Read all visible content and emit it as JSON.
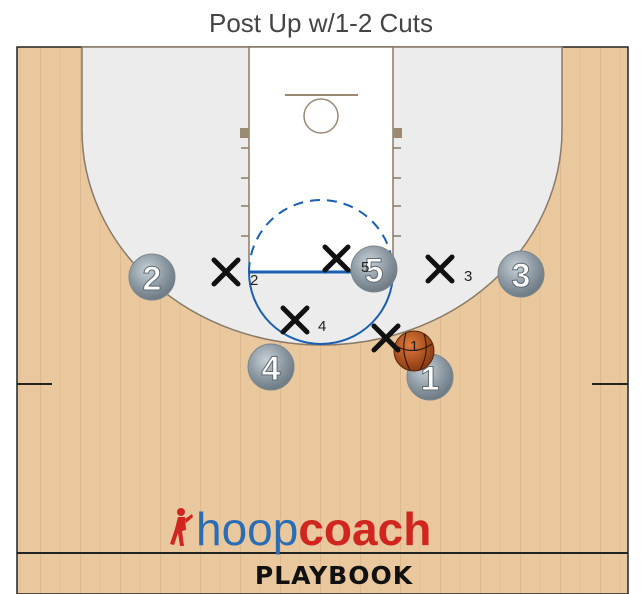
{
  "play": {
    "title": "Post Up w/1-2 Cuts"
  },
  "brand": {
    "hoop": "hoop",
    "coach": "coach",
    "playbook": "PLAYBOOK",
    "logo_icon": "player-silhouette-icon"
  },
  "offense": [
    {
      "id": "1",
      "label": "1",
      "has_ball": true
    },
    {
      "id": "2",
      "label": "2",
      "has_ball": false
    },
    {
      "id": "3",
      "label": "3",
      "has_ball": false
    },
    {
      "id": "4",
      "label": "4",
      "has_ball": false
    },
    {
      "id": "5",
      "label": "5",
      "has_ball": false
    }
  ],
  "defense": [
    {
      "id": "1",
      "label": "1"
    },
    {
      "id": "2",
      "label": "2"
    },
    {
      "id": "3",
      "label": "3"
    },
    {
      "id": "4",
      "label": "4"
    },
    {
      "id": "5",
      "label": "5"
    }
  ],
  "colors": {
    "floor": "#e9c89e",
    "paint": "#ffffff",
    "key_area": "#ececec",
    "lines": "#8a7a68",
    "circle_line": "#1a5fb0",
    "player_token": "#8e9aa3",
    "defender_x": "#111111",
    "ball": "#b4531f",
    "brand_blue": "#2a6db5",
    "brand_red": "#d0261f"
  }
}
